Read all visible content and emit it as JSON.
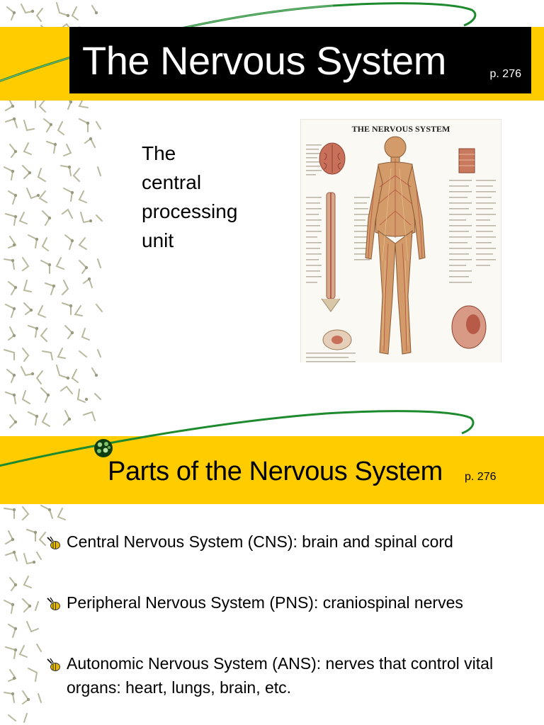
{
  "slides": [
    {
      "title": "The Nervous System",
      "page_ref": "p. 276",
      "tagline_lines": [
        "The",
        "central",
        "processing",
        "unit"
      ],
      "poster": {
        "title": "THE NERVOUS SYSTEM",
        "subject": "anatomy-chart"
      }
    },
    {
      "title": "Parts of the Nervous System",
      "page_ref": "p. 276",
      "bullets": [
        "Central Nervous System (CNS): brain and spinal cord",
        "Peripheral Nervous System (PNS): craniospinal nerves",
        "Autonomic Nervous System (ANS): nerves that control vital organs: heart, lungs, brain, etc."
      ]
    }
  ],
  "colors": {
    "band_yellow": "#FFCC00",
    "title_bg": "#000000",
    "swoosh_green": "#1E8A2E",
    "pattern_tan": "#B7B79A"
  }
}
